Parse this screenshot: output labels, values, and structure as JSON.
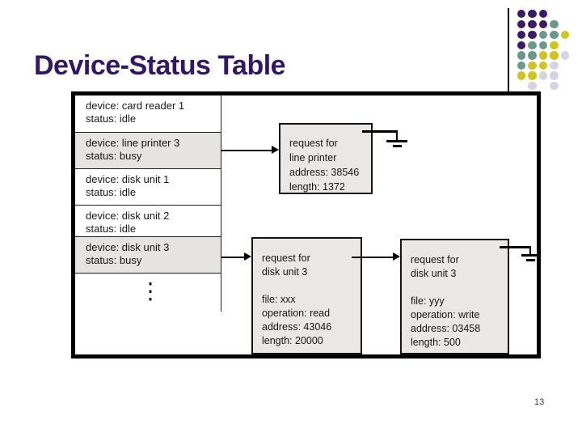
{
  "slide": {
    "title": "Device-Status Table",
    "page_number": "13",
    "title_color": "#31176b"
  },
  "decor": {
    "dot_grid": {
      "pattern": [
        "PPP..",
        "PPPT.",
        "PPTTY",
        "PTTY.",
        "TTYYL",
        "TYYL.",
        "YYLL.",
        ".L.L."
      ],
      "colors": {
        "P": "#3a1a6a",
        "T": "#68998f",
        "Y": "#d2c416",
        "L": "#d4d3e3"
      }
    }
  },
  "diagram": {
    "device_table": {
      "rows": [
        {
          "device": "device: card reader 1",
          "status": "status: idle"
        },
        {
          "device": "device: line printer 3",
          "status": "status: busy"
        },
        {
          "device": "device: disk unit 1",
          "status": "status: idle"
        },
        {
          "device": "device: disk unit 2",
          "status": "status: idle"
        },
        {
          "device": "device: disk unit 3",
          "status": "status: busy"
        }
      ],
      "ellipsis": "⋮"
    },
    "request_boxes": [
      {
        "lines": [
          "request for",
          "line printer",
          "address: 38546",
          "length: 1372"
        ]
      },
      {
        "lines": [
          "request for",
          "disk unit 3",
          "",
          "file: xxx",
          "operation: read",
          "address: 43046",
          "length: 20000"
        ]
      },
      {
        "lines": [
          "request for",
          "disk unit 3",
          "",
          "file: yyy",
          "operation: write",
          "address: 03458",
          "length: 500"
        ]
      }
    ],
    "colors": {
      "box_fill": "#e9e8e6",
      "busy_row_fill": "#e5e4e2",
      "line_color": "#000000"
    }
  }
}
